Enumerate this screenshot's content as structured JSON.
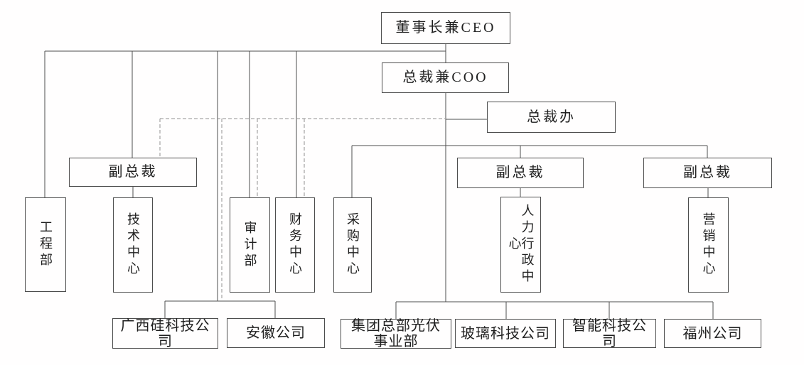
{
  "colors": {
    "solid_line": "#4d4d4d",
    "dashed_line": "#909090",
    "box_border": "#4d4d4d",
    "text": "#1f1f1f",
    "background": "#ffffff"
  },
  "org_chart": {
    "nodes": {
      "ceo": {
        "label": "董事长兼CEO"
      },
      "coo": {
        "label": "总裁兼COO"
      },
      "president_office": {
        "label": "总裁办"
      },
      "vp_left": {
        "label": "副总裁"
      },
      "vp_middle": {
        "label": "副总裁"
      },
      "vp_right": {
        "label": "副总裁"
      },
      "engineering_dept": {
        "label": "工程部"
      },
      "technology_center": {
        "label": "技术中心"
      },
      "audit_dept": {
        "label": "审计部"
      },
      "finance_center": {
        "label": "财务中心"
      },
      "procurement_center": {
        "label": "采购中心"
      },
      "hr_admin_center": {
        "label": "人力行政中心"
      },
      "marketing_center": {
        "label": "营销中心"
      },
      "guangxi_silicon_company": {
        "label": "广西硅科技公司"
      },
      "anhui_company": {
        "label": "安徽公司"
      },
      "group_hq_pv_division": {
        "label": "集团总部光伏事业部"
      },
      "glass_tech_company": {
        "label": "玻璃科技公司"
      },
      "smart_tech_company": {
        "label": "智能科技公司"
      },
      "fuzhou_company": {
        "label": "福州公司"
      }
    },
    "edges": {
      "solid": [
        [
          "ceo",
          "coo"
        ],
        [
          "coo",
          "president_office"
        ],
        [
          "ceo",
          "engineering_dept"
        ],
        [
          "ceo",
          "vp_left"
        ],
        [
          "ceo",
          "audit_dept"
        ],
        [
          "ceo",
          "finance_center"
        ],
        [
          "vp_left",
          "technology_center"
        ],
        [
          "coo",
          "procurement_center"
        ],
        [
          "coo",
          "vp_middle"
        ],
        [
          "coo",
          "vp_right"
        ],
        [
          "vp_middle",
          "hr_admin_center"
        ],
        [
          "vp_right",
          "marketing_center"
        ],
        [
          "ceo",
          "guangxi_silicon_company"
        ],
        [
          "ceo",
          "anhui_company"
        ],
        [
          "coo",
          "group_hq_pv_division"
        ],
        [
          "coo",
          "glass_tech_company"
        ],
        [
          "coo",
          "smart_tech_company"
        ],
        [
          "coo",
          "fuzhou_company"
        ]
      ],
      "dashed": [
        [
          "president_office",
          "vp_left"
        ],
        [
          "president_office",
          "audit_dept"
        ],
        [
          "president_office",
          "finance_center"
        ],
        [
          "president_office",
          "guangxi_silicon_company"
        ],
        [
          "president_office",
          "anhui_company"
        ]
      ]
    }
  }
}
